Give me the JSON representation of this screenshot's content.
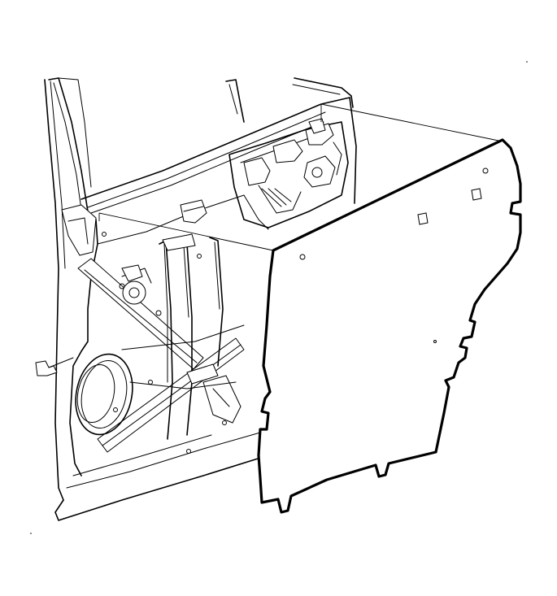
{
  "diagram": {
    "parts": [
      {
        "id": "door-frame",
        "icon": "door-inner-panel"
      },
      {
        "id": "window-regulator",
        "icon": "window-regulator-track"
      },
      {
        "id": "speaker-opening",
        "icon": "speaker-opening"
      },
      {
        "id": "door-latch",
        "icon": "latch-assembly"
      },
      {
        "id": "water-deflector",
        "icon": "water-deflector-sheet"
      }
    ],
    "colors": {
      "line": "#000000",
      "background": "#ffffff"
    }
  }
}
